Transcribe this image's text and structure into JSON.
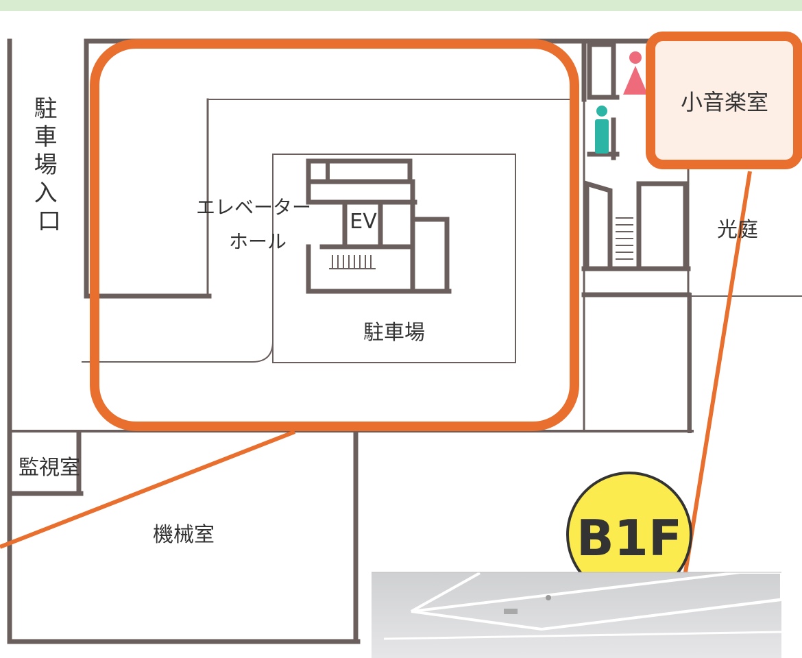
{
  "floor_badge": "B1F",
  "rooms": {
    "parking_entrance": "駐車場入口",
    "elevator_hall_line1": "エレベーター",
    "elevator_hall_line2": "ホール",
    "ev": "EV",
    "parking": "駐車場",
    "small_music_room": "小音楽室",
    "light_court": "光庭",
    "monitor_room": "監視室",
    "machine_room": "機械室"
  },
  "restroom_icons": [
    "female-restroom-icon",
    "male-restroom-icon"
  ],
  "colors": {
    "wall": "#6b5f5e",
    "highlight": "#e86f2e",
    "music_room_fill": "#fdeee6",
    "badge_fill": "#fbeb4e",
    "female_icon": "#ee6b7b",
    "male_icon": "#2cb5a4",
    "top_band": "#d8ecd0"
  }
}
